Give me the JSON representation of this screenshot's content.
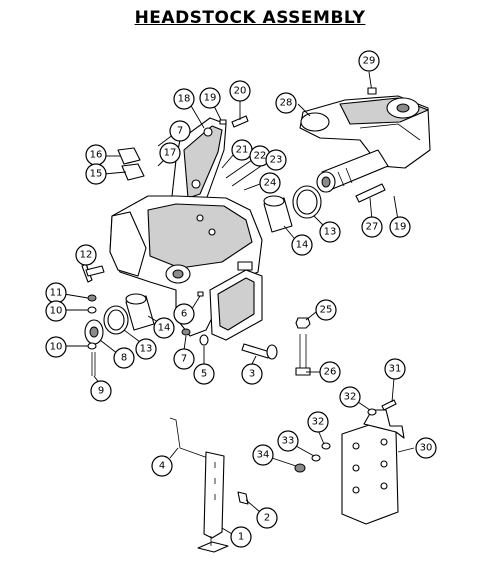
{
  "title": "HEADSTOCK ASSEMBLY",
  "callouts": [
    {
      "id": "c29",
      "label": "29"
    },
    {
      "id": "c28",
      "label": "28"
    },
    {
      "id": "c18",
      "label": "18"
    },
    {
      "id": "c19a",
      "label": "19"
    },
    {
      "id": "c20",
      "label": "20"
    },
    {
      "id": "c7a",
      "label": "7"
    },
    {
      "id": "c16",
      "label": "16"
    },
    {
      "id": "c17",
      "label": "17"
    },
    {
      "id": "c15",
      "label": "15"
    },
    {
      "id": "c21",
      "label": "21"
    },
    {
      "id": "c22",
      "label": "22"
    },
    {
      "id": "c23",
      "label": "23"
    },
    {
      "id": "c24",
      "label": "24"
    },
    {
      "id": "c13a",
      "label": "13"
    },
    {
      "id": "c14a",
      "label": "14"
    },
    {
      "id": "c27",
      "label": "27"
    },
    {
      "id": "c19b",
      "label": "19"
    },
    {
      "id": "c12",
      "label": "12"
    },
    {
      "id": "c11",
      "label": "11"
    },
    {
      "id": "c10a",
      "label": "10"
    },
    {
      "id": "c6",
      "label": "6"
    },
    {
      "id": "c14b",
      "label": "14"
    },
    {
      "id": "c13b",
      "label": "13"
    },
    {
      "id": "c8",
      "label": "8"
    },
    {
      "id": "c10b",
      "label": "10"
    },
    {
      "id": "c9",
      "label": "9"
    },
    {
      "id": "c7b",
      "label": "7"
    },
    {
      "id": "c5",
      "label": "5"
    },
    {
      "id": "c3",
      "label": "3"
    },
    {
      "id": "c25",
      "label": "25"
    },
    {
      "id": "c26",
      "label": "26"
    },
    {
      "id": "c31",
      "label": "31"
    },
    {
      "id": "c32a",
      "label": "32"
    },
    {
      "id": "c32b",
      "label": "32"
    },
    {
      "id": "c33",
      "label": "33"
    },
    {
      "id": "c34",
      "label": "34"
    },
    {
      "id": "c30",
      "label": "30"
    },
    {
      "id": "c4",
      "label": "4"
    },
    {
      "id": "c2",
      "label": "2"
    },
    {
      "id": "c1",
      "label": "1"
    }
  ]
}
